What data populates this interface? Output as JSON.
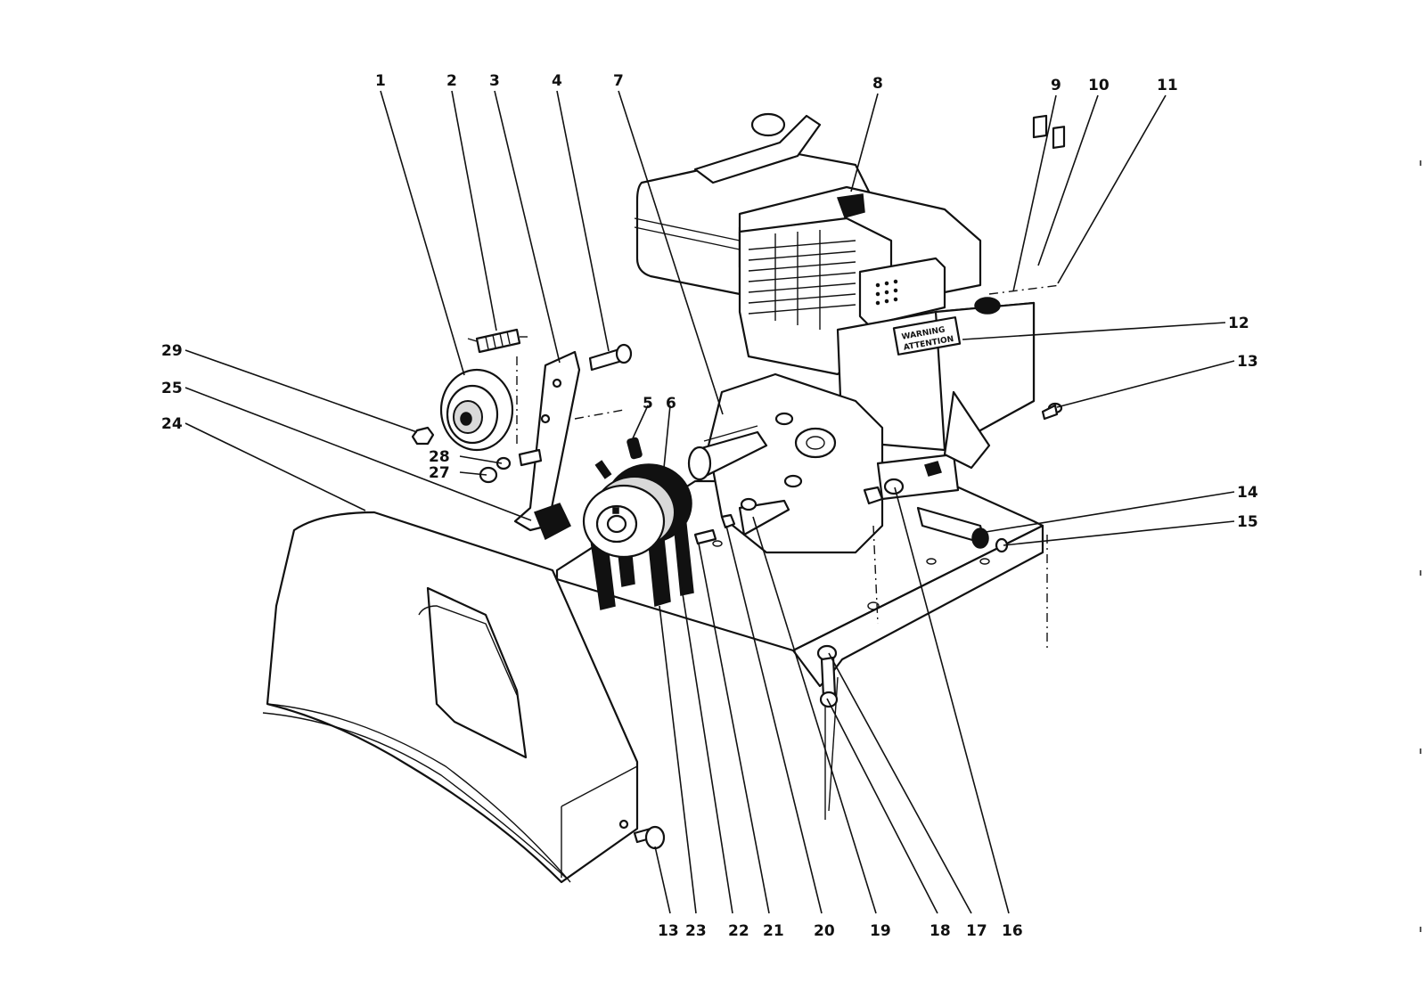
{
  "decal": {
    "line1": "WARNING",
    "line2": "ATTENTION"
  },
  "callouts": {
    "top": [
      "1",
      "2",
      "3",
      "4",
      "7",
      "8",
      "9",
      "10",
      "11"
    ],
    "right": [
      "12",
      "13",
      "14",
      "15"
    ],
    "left": [
      "29",
      "25",
      "24",
      "28",
      "27"
    ],
    "middle": [
      "5",
      "6"
    ],
    "bottom": [
      "13",
      "23",
      "22",
      "21",
      "20",
      "19",
      "18",
      "17",
      "16"
    ]
  }
}
